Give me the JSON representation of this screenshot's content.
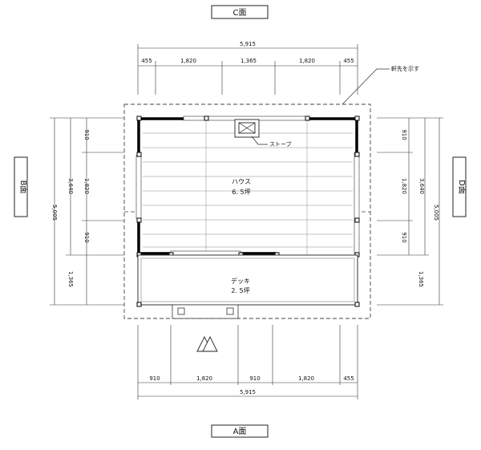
{
  "faces": {
    "a": "A面",
    "b": "B面",
    "c": "C面",
    "d": "D面"
  },
  "dimensions": {
    "top_total": "5,915",
    "top_segments": [
      "455",
      "1,820",
      "1,365",
      "1,820",
      "455"
    ],
    "bottom_total": "5,915",
    "bottom_segments": [
      "910",
      "1,820",
      "910",
      "1,820",
      "455"
    ],
    "left_total": "5,005",
    "left_mid": "3,640",
    "left_segments": [
      "910",
      "1,820",
      "910",
      "1,365"
    ],
    "right_total": "5,005",
    "right_mid": "3,640",
    "right_segments": [
      "910",
      "1,820",
      "910",
      "1,365"
    ]
  },
  "annotations": {
    "eaves": "軒先を示す",
    "stove": "ストーブ"
  },
  "rooms": {
    "house": {
      "name": "ハウス",
      "area": "6. 5坪"
    },
    "deck": {
      "name": "デッキ",
      "area": "2. 5坪"
    }
  }
}
